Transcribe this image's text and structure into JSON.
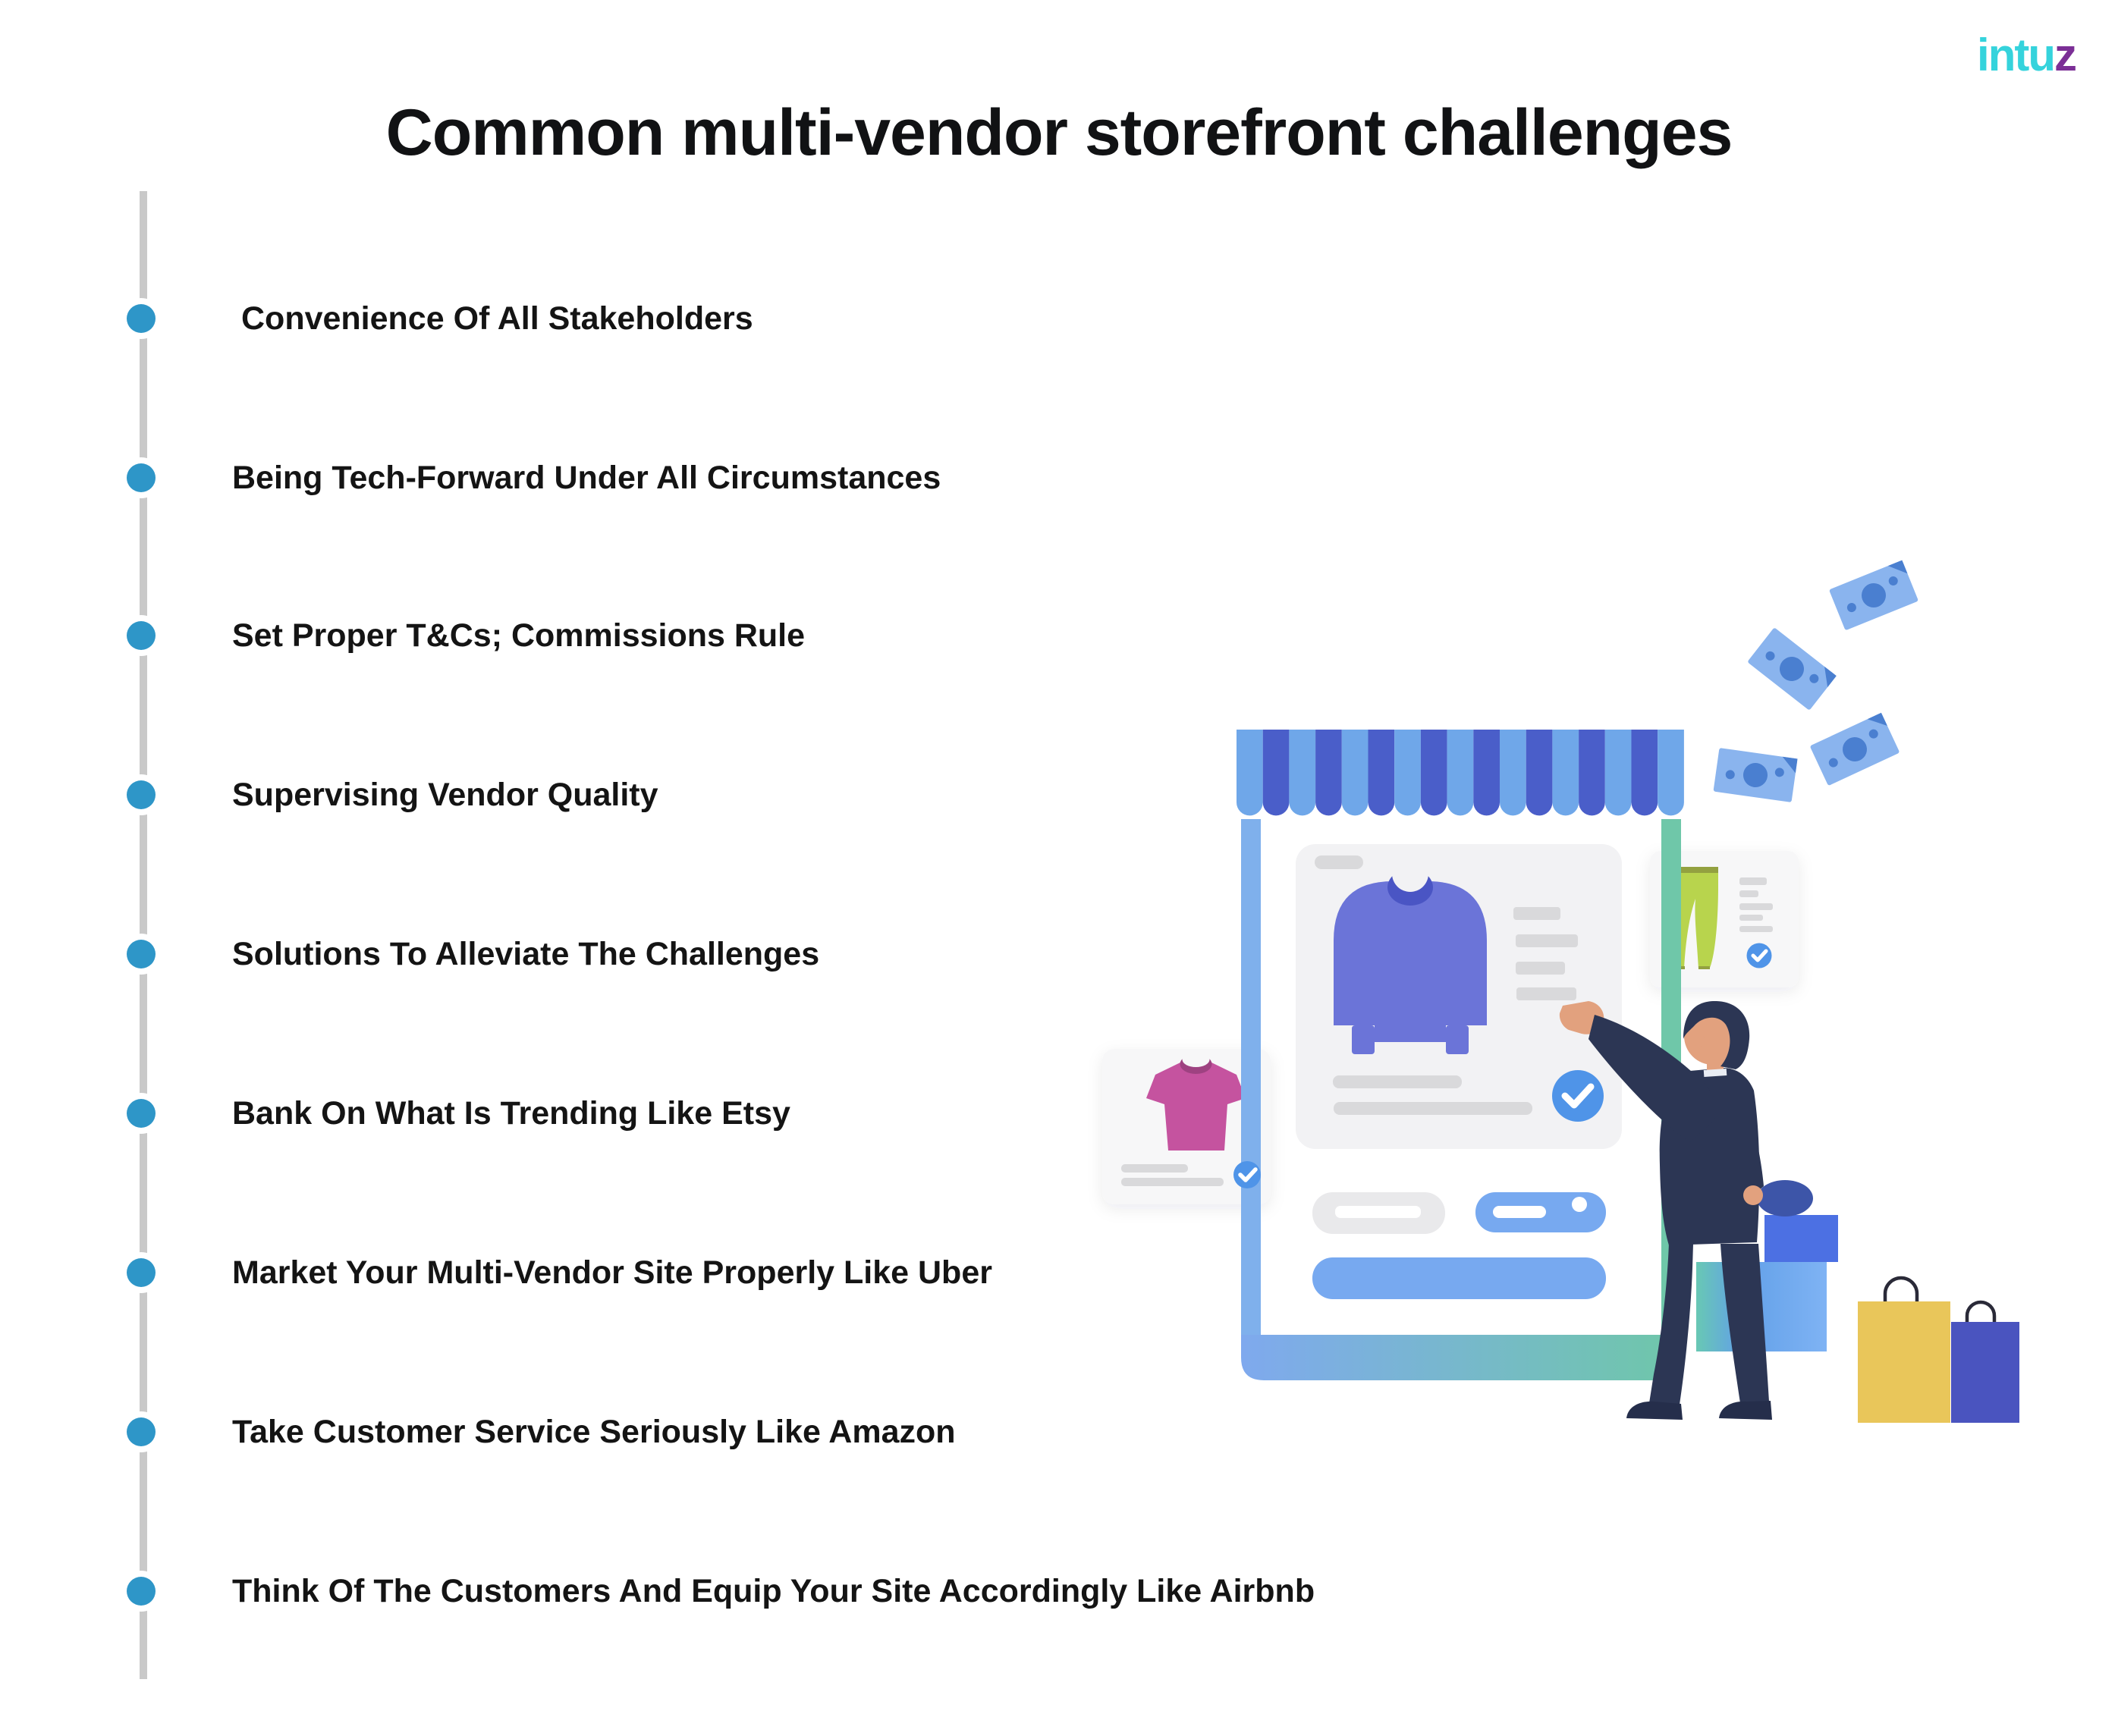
{
  "logo": {
    "text_primary": "intu",
    "text_accent": "z"
  },
  "title": "Common multi-vendor storefront challenges",
  "timeline": {
    "items": [
      {
        "label": "Convenience Of All Stakeholders"
      },
      {
        "label": "Being Tech-Forward Under All Circumstances"
      },
      {
        "label": "Set Proper T&Cs; Commissions Rule"
      },
      {
        "label": "Supervising Vendor Quality"
      },
      {
        "label": "Solutions To Alleviate The Challenges"
      },
      {
        "label": "Bank On What Is Trending Like Etsy"
      },
      {
        "label": "Market Your Multi-Vendor Site Properly Like Uber"
      },
      {
        "label": "Take Customer Service Seriously Like Amazon"
      },
      {
        "label": "Think Of The Customers And Equip Your Site Accordingly Like Airbnb"
      }
    ]
  },
  "colors": {
    "bullet": "#2E96C8",
    "timeline_line": "#C9C9C9",
    "title_text": "#111214",
    "logo_cyan": "#35D3DC",
    "logo_purple": "#7B2F96",
    "awning_light": "#6FA7E9",
    "awning_dark": "#4A5EC9",
    "post_blue": "#7FB0EC",
    "post_teal": "#6FC7A9",
    "card_bg": "#F2F2F4",
    "card_bg_2": "#F7F7F8",
    "card_line": "#D9D9DB",
    "check_blue": "#4F94E8",
    "sweater": "#6B74D8",
    "sweater_dark": "#4A55C4",
    "tee_pink": "#C5539F",
    "tee_pink_dark": "#9E4381",
    "pants_lime": "#B8D44E",
    "pants_lime_dark": "#93A13F",
    "pill_blue": "#77A9F0",
    "pill_gray": "#E9E9EB",
    "money_light": "#8AB4EE",
    "money_dark": "#4A7FD0",
    "person_navy": "#2C3654",
    "person_navy_dark": "#252E4B",
    "skin": "#E2A17E",
    "bag_yellow": "#E9C65A",
    "bag_indigo": "#4A54BF",
    "handle": "#2A2A38",
    "box_lid": "#4C70E3",
    "object_blue": "#3D55A8"
  }
}
